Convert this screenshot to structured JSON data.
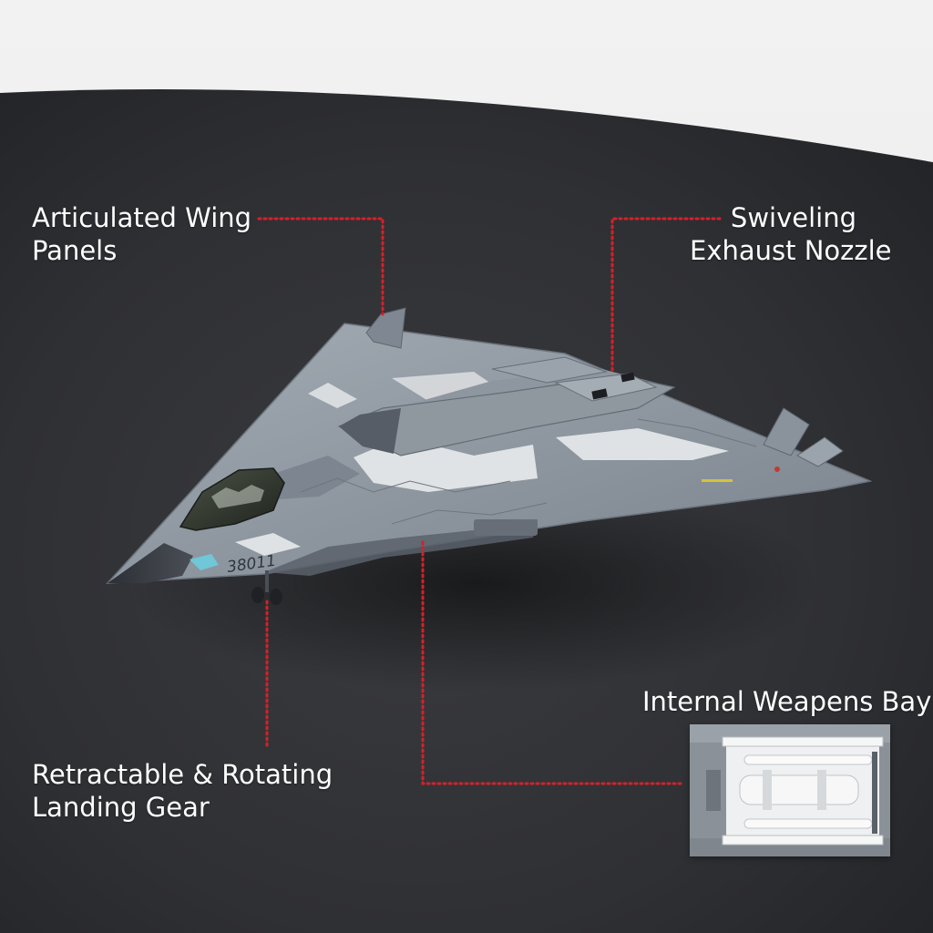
{
  "callouts": {
    "wing": {
      "line1": "Articulated Wing",
      "line2": "Panels"
    },
    "exhaust": {
      "line1": "Swiveling",
      "line2": "Exhaust Nozzle"
    },
    "bay": {
      "line1": "Internal Weapens Bay"
    },
    "gear": {
      "line1": "Retractable & Rotating",
      "line2": "Landing Gear"
    }
  },
  "aircraft": {
    "tail_number": "38011"
  },
  "colors": {
    "surface": "#2e2f33",
    "background": "#ececec",
    "leader_dots": "#d0232a",
    "camo_dark": "#7c8590",
    "camo_mid": "#9aa2ab",
    "camo_light": "#d9dcdf",
    "nose_cone": "#3a3d44",
    "canopy": "#2a3028"
  }
}
